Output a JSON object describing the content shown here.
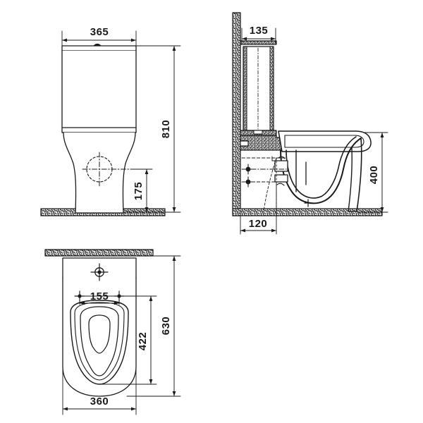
{
  "drawing": {
    "title": "Close-coupled WC technical drawing",
    "units": "mm",
    "line_color": "#1a1a1a",
    "hatch_color": "#262626",
    "background": "#ffffff"
  },
  "views": {
    "front": {
      "name": "front-elevation-view",
      "dimensions": {
        "tank_width": "365",
        "total_height": "810",
        "outlet_height": "175"
      }
    },
    "side": {
      "name": "side-section-view",
      "dimensions": {
        "tank_depth": "135",
        "bowl_height": "400",
        "outlet_offset": "120"
      }
    },
    "top": {
      "name": "plan-top-view",
      "dimensions": {
        "bolt_spacing": "155",
        "total_depth": "630",
        "bowl_depth": "422",
        "bowl_width": "360"
      }
    }
  },
  "labels": {
    "d365": "365",
    "d810": "810",
    "d175": "175",
    "d135": "135",
    "d400": "400",
    "d120": "120",
    "d155": "155",
    "d630": "630",
    "d422": "422",
    "d360": "360"
  },
  "chart_data": {
    "type": "table",
    "title": "WC dimensional schedule (mm)",
    "categories": [
      "365",
      "810",
      "175",
      "135",
      "400",
      "120",
      "155",
      "630",
      "422",
      "360"
    ],
    "values": [
      365,
      810,
      175,
      135,
      400,
      120,
      155,
      630,
      422,
      360
    ]
  }
}
